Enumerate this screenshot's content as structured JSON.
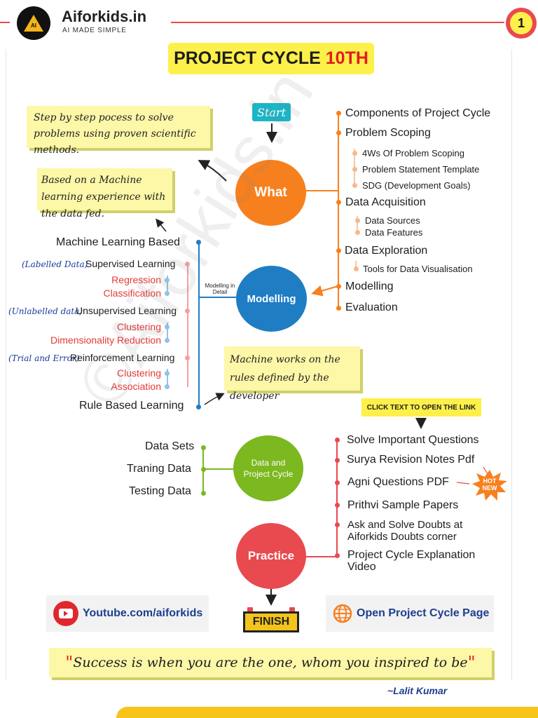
{
  "header": {
    "brand_name": "Aiforkids.in",
    "tagline": "AI MADE SIMPLE",
    "logo_text": "AI",
    "page_number": "1"
  },
  "title": {
    "main": "PROJECT CYCLE ",
    "accent": "10TH"
  },
  "notes": {
    "what_note": "Step by step pocess to solve problems using proven scientific methods.",
    "ml_note": "Based on a Machine learning experience with the data fed.",
    "rule_note": "Machine works on the rules defined  by the developer"
  },
  "start_label": "Start",
  "what": {
    "label": "What",
    "items": [
      {
        "text": "Components of Project Cycle",
        "level": 0
      },
      {
        "text": "Problem Scoping",
        "level": 0
      },
      {
        "text": "4Ws Of Problem Scoping",
        "level": 1
      },
      {
        "text": "Problem Statement Template",
        "level": 1
      },
      {
        "text": "SDG (Development Goals)",
        "level": 1
      },
      {
        "text": "Data Acquisition",
        "level": 0
      },
      {
        "text": "Data Sources",
        "level": 1
      },
      {
        "text": "Data Features",
        "level": 1
      },
      {
        "text": "Data Exploration",
        "level": 0
      },
      {
        "text": "Tools for Data Visualisation",
        "level": 1
      },
      {
        "text": "Modelling",
        "level": 0
      },
      {
        "text": "Evaluation",
        "level": 0
      }
    ]
  },
  "modelling": {
    "label": "Modelling",
    "detail_label": "Modelling in Detail",
    "ml_based": "Machine Learning Based",
    "supervised": {
      "note": "(Labelled Data)",
      "label": "Supervised Learning",
      "subs": [
        "Regression",
        "Classification"
      ]
    },
    "unsupervised": {
      "note": "(Unlabelled data)",
      "label": "Unsupervised Learning",
      "subs": [
        "Clustering",
        "Dimensionality Reduction"
      ]
    },
    "reinforcement": {
      "note": "(Trial and Error)",
      "label": "Reinforcement Learning",
      "subs": [
        "Clustering",
        "Association"
      ]
    },
    "rule_based": "Rule Based Learning"
  },
  "data_cycle": {
    "label_line1": "Data and",
    "label_line2": "Project Cycle",
    "items": [
      "Data Sets",
      "Traning Data",
      "Testing Data"
    ]
  },
  "practice": {
    "label": "Practice",
    "click_hint": "CLICK TEXT TO OPEN THE LINK",
    "links": [
      {
        "line1": "Solve Important Questions",
        "line2": ""
      },
      {
        "line1": "Surya Revision Notes Pdf",
        "line2": ""
      },
      {
        "line1": "Agni Questions PDF",
        "line2": ""
      },
      {
        "line1": "Prithvi Sample Papers",
        "line2": ""
      },
      {
        "line1": "Ask and Solve Doubts at",
        "line2": "Aiforkids Doubts corner"
      },
      {
        "line1": "Project Cycle Explanation",
        "line2": "Video"
      }
    ],
    "badge_line1": "HOT",
    "badge_line2": "NEW"
  },
  "footer": {
    "youtube_label": "Youtube.com/aiforkids",
    "page_link_label": "Open Project Cycle Page",
    "finish_label": "FINISH",
    "quote_open": "\"",
    "quote_text": " Success is when you are the one, whom you inspired to be",
    "quote_close": "\"",
    "author": "~Lalit Kumar"
  },
  "watermark": "©Aiforkids.in",
  "colors": {
    "orange": "#f7801e",
    "blue": "#1f7dc4",
    "green": "#7cb81f",
    "red": "#e84a4f",
    "teal": "#19b6c6",
    "note_yellow": "#fdf7a8",
    "youtube_red": "#e1272e",
    "title_red": "#e11d1d"
  }
}
